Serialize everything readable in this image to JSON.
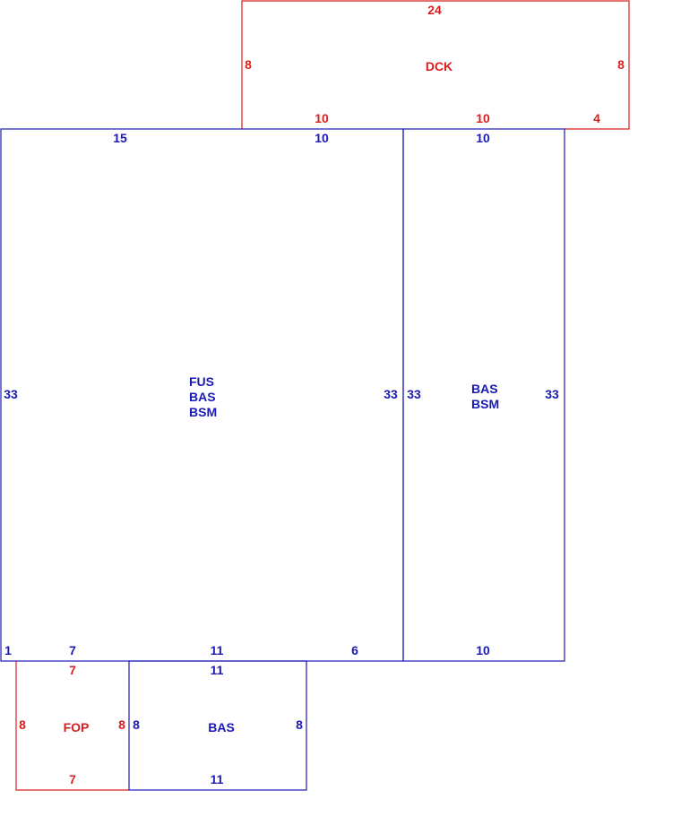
{
  "colors": {
    "red": "#d81f1f",
    "blue": "#1a1ab4",
    "background": "#ffffff"
  },
  "areas": {
    "dck": {
      "lines": [
        "DCK"
      ],
      "dims": {
        "top": "24",
        "left": "8",
        "right": "8",
        "bottom_a": "10",
        "bottom_b": "10",
        "bottom_c": "4"
      }
    },
    "main": {
      "lines": [
        "FUS",
        "BAS",
        "BSM"
      ],
      "dims": {
        "top_a": "15",
        "top_b": "10",
        "left": "33",
        "right": "33",
        "bottom_a": "1",
        "bottom_b": "7",
        "bottom_c": "11",
        "bottom_d": "6"
      }
    },
    "right": {
      "lines": [
        "BAS",
        "BSM"
      ],
      "dims": {
        "top": "10",
        "left": "33",
        "right": "33",
        "bottom": "10"
      }
    },
    "fop": {
      "lines": [
        "FOP"
      ],
      "dims": {
        "top": "7",
        "left": "8",
        "right": "8",
        "bottom": "7"
      }
    },
    "bas": {
      "lines": [
        "BAS"
      ],
      "dims": {
        "top": "11",
        "left": "8",
        "right": "8",
        "bottom": "11"
      }
    }
  }
}
